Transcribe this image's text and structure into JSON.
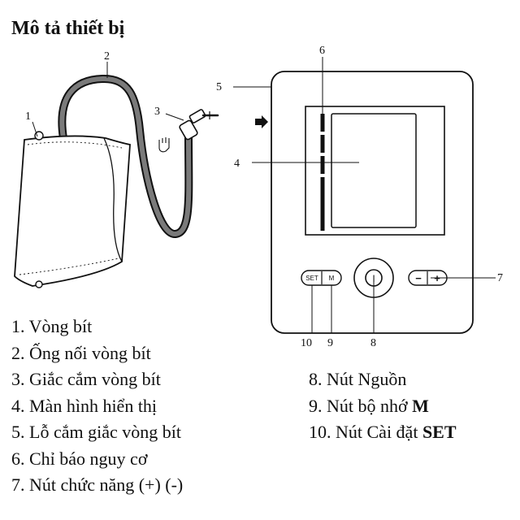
{
  "title": "Mô tả thiết bị",
  "callouts": {
    "c1": "1",
    "c2": "2",
    "c3": "3",
    "c4": "4",
    "c5": "5",
    "c6": "6",
    "c7": "7",
    "c8": "8",
    "c9": "9",
    "c10": "10"
  },
  "device_buttons": {
    "set": "SET",
    "m": "M",
    "power": "I",
    "minus": "−",
    "plus": "+"
  },
  "legend_left": [
    "1. Vòng bít",
    "2. Ống nối vòng bít",
    "3. Giắc cắm vòng bít",
    "4. Màn hình hiển thị",
    "5. Lỗ cắm giắc vòng bít",
    "6. Chỉ báo nguy cơ",
    "7. Nút chức năng (+) (-)"
  ],
  "legend_right": [
    {
      "text": "8. Nút Nguồn",
      "bold": ""
    },
    {
      "text": "9. Nút bộ nhớ ",
      "bold": "M"
    },
    {
      "text": "10. Nút Cài đặt ",
      "bold": "SET"
    }
  ],
  "colors": {
    "tube": "#7a7a7a",
    "line": "#111111",
    "background": "#ffffff"
  }
}
